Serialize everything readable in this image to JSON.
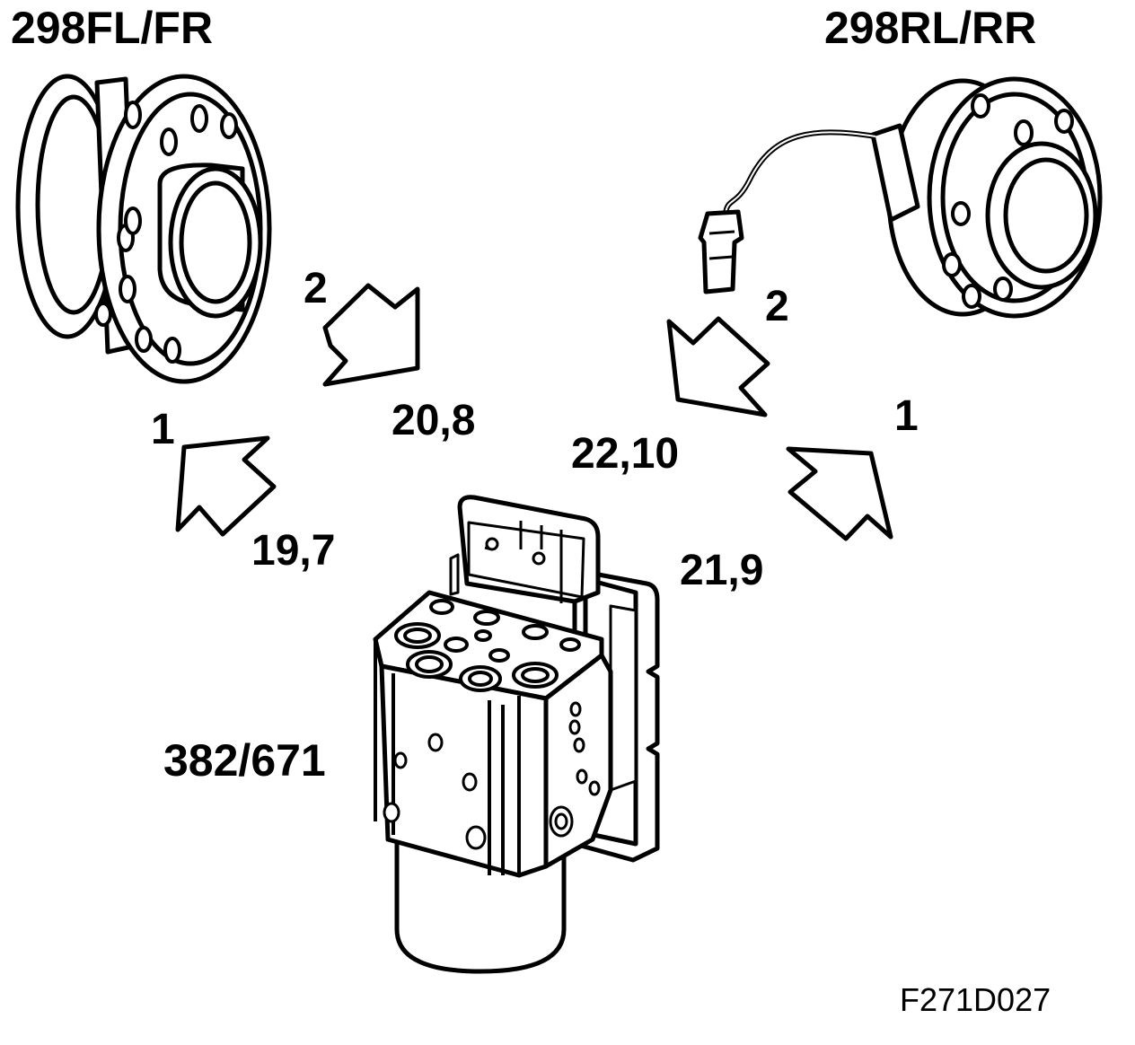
{
  "labels": {
    "front_hub": "298FL/FR",
    "rear_hub": "298RL/RR",
    "abs_unit": "382/671",
    "figure_code": "F271D027"
  },
  "steps": {
    "left_step2": "2",
    "right_step2": "2",
    "left_step1": "1",
    "right_step1": "1"
  },
  "connections": {
    "left_upper": "20,8",
    "right_upper": "22,10",
    "left_lower": "19,7",
    "right_lower": "21,9"
  }
}
